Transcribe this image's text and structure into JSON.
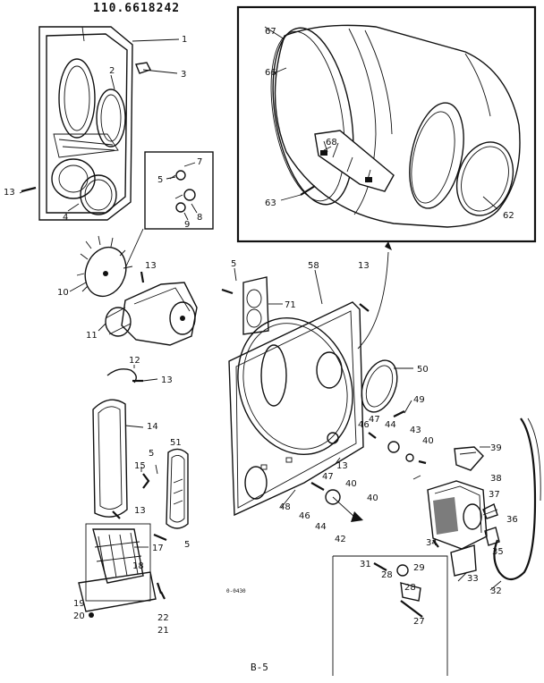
{
  "header": {
    "model_number": "110.6618242"
  },
  "footer": {
    "page_label": "B-5",
    "drawing_code": "0-0430"
  },
  "callouts": [
    {
      "id": "c1",
      "text": "1"
    },
    {
      "id": "c2",
      "text": "2"
    },
    {
      "id": "c3",
      "text": "3"
    },
    {
      "id": "c4",
      "text": "4"
    },
    {
      "id": "c5a",
      "text": "5"
    },
    {
      "id": "c7",
      "text": "7"
    },
    {
      "id": "c8",
      "text": "8"
    },
    {
      "id": "c9",
      "text": "9"
    },
    {
      "id": "c10",
      "text": "10"
    },
    {
      "id": "c11",
      "text": "11"
    },
    {
      "id": "c12",
      "text": "12"
    },
    {
      "id": "c13a",
      "text": "13"
    },
    {
      "id": "c13b",
      "text": "13"
    },
    {
      "id": "c13c",
      "text": "13"
    },
    {
      "id": "c13d",
      "text": "13"
    },
    {
      "id": "c13e",
      "text": "13"
    },
    {
      "id": "c13f",
      "text": "13"
    },
    {
      "id": "c14",
      "text": "14"
    },
    {
      "id": "c15",
      "text": "15"
    },
    {
      "id": "c5b",
      "text": "5"
    },
    {
      "id": "c51",
      "text": "51"
    },
    {
      "id": "c5c",
      "text": "5"
    },
    {
      "id": "c17",
      "text": "17"
    },
    {
      "id": "c18",
      "text": "18"
    },
    {
      "id": "c19",
      "text": "19"
    },
    {
      "id": "c20",
      "text": "20"
    },
    {
      "id": "c22",
      "text": "22"
    },
    {
      "id": "c21",
      "text": "21"
    },
    {
      "id": "c67",
      "text": "67"
    },
    {
      "id": "c66",
      "text": "66"
    },
    {
      "id": "c68",
      "text": "68"
    },
    {
      "id": "c63",
      "text": "63"
    },
    {
      "id": "c62",
      "text": "62"
    },
    {
      "id": "c5d",
      "text": "5"
    },
    {
      "id": "c58",
      "text": "58"
    },
    {
      "id": "c71",
      "text": "71"
    },
    {
      "id": "c50",
      "text": "50"
    },
    {
      "id": "c49",
      "text": "49"
    },
    {
      "id": "c47a",
      "text": "47"
    },
    {
      "id": "c46a",
      "text": "46"
    },
    {
      "id": "c44a",
      "text": "44"
    },
    {
      "id": "c43",
      "text": "43"
    },
    {
      "id": "c40a",
      "text": "40"
    },
    {
      "id": "c39",
      "text": "39"
    },
    {
      "id": "c38",
      "text": "38"
    },
    {
      "id": "c37",
      "text": "37"
    },
    {
      "id": "c36",
      "text": "36"
    },
    {
      "id": "c34",
      "text": "34"
    },
    {
      "id": "c35",
      "text": "35"
    },
    {
      "id": "c33",
      "text": "33"
    },
    {
      "id": "c32",
      "text": "32"
    },
    {
      "id": "c48",
      "text": "48"
    },
    {
      "id": "c47b",
      "text": "47"
    },
    {
      "id": "c40b",
      "text": "40"
    },
    {
      "id": "c46b",
      "text": "46"
    },
    {
      "id": "c44b",
      "text": "44"
    },
    {
      "id": "c42",
      "text": "42"
    },
    {
      "id": "c40c",
      "text": "40"
    },
    {
      "id": "c31",
      "text": "31"
    },
    {
      "id": "c28a",
      "text": "28"
    },
    {
      "id": "c29",
      "text": "29"
    },
    {
      "id": "c28b",
      "text": "28"
    },
    {
      "id": "c27",
      "text": "27"
    }
  ]
}
